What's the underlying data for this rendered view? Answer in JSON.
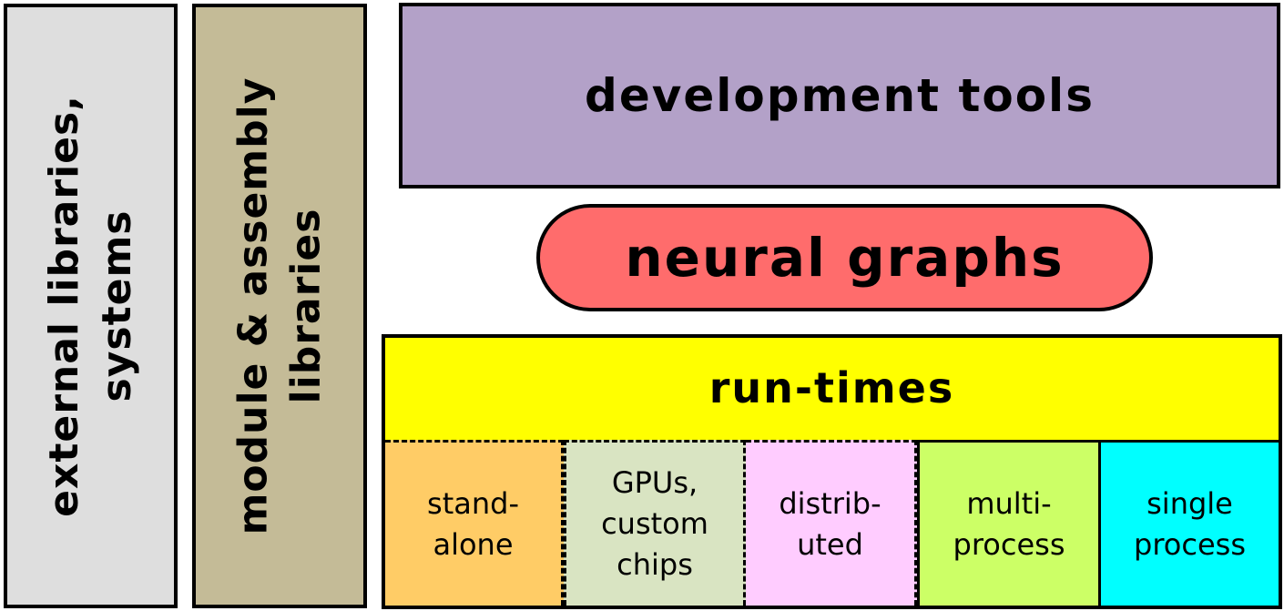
{
  "left_columns": [
    {
      "lines": [
        "external libraries,",
        "systems"
      ],
      "color": "#dedede"
    },
    {
      "lines": [
        "module & assembly",
        "libraries"
      ],
      "color": "#c4bb97"
    }
  ],
  "development_tools": {
    "label": "development tools",
    "color": "#b3a1c8"
  },
  "neural_graphs": {
    "label": "neural graphs",
    "color": "#ff6c6c"
  },
  "run_times": {
    "label": "run-times",
    "color": "#ffff00",
    "cells": [
      {
        "lines": [
          "stand-",
          "alone"
        ],
        "color": "#ffcc66"
      },
      {
        "lines": [
          "GPUs,",
          "custom",
          "chips"
        ],
        "color": "#d9e4c2"
      },
      {
        "lines": [
          "distrib-",
          "uted"
        ],
        "color": "#ffccff"
      },
      {
        "lines": [
          "multi-",
          "process"
        ],
        "color": "#ccff66"
      },
      {
        "lines": [
          "single",
          "process"
        ],
        "color": "#00ffff"
      }
    ]
  }
}
